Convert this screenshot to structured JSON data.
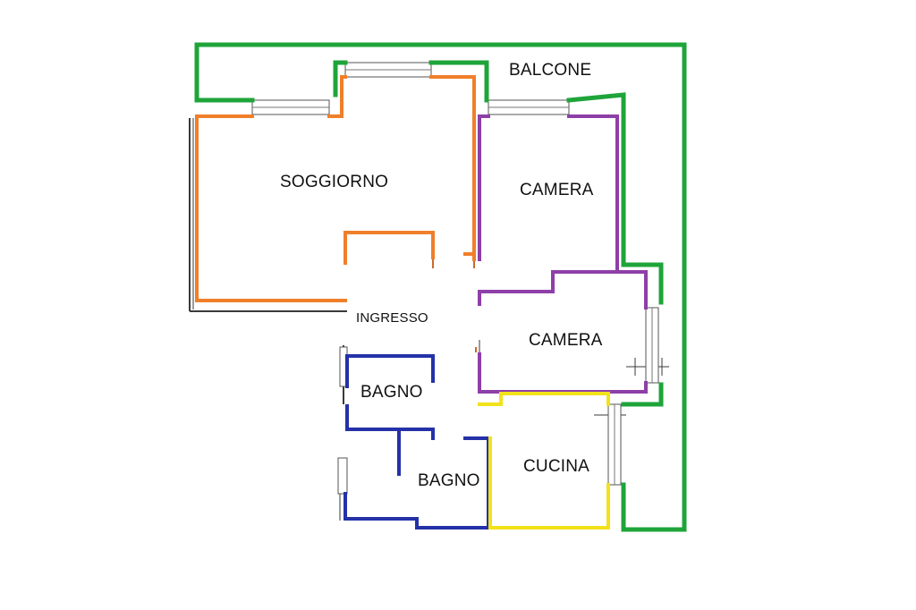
{
  "floorplan": {
    "colors": {
      "balcony": "#1fa43a",
      "living": "#f07f2a",
      "bedroom": "#8e3fa8",
      "bathroom": "#2431a8",
      "kitchen": "#f2e21a",
      "base": "#3a3a3a"
    },
    "rooms": {
      "balcone": "BALCONE",
      "soggiorno": "SOGGIORNO",
      "camera_1": "CAMERA",
      "camera_2": "CAMERA",
      "ingresso": "INGRESSO",
      "bagno_1": "BAGNO",
      "bagno_2": "BAGNO",
      "cucina": "CUCINA"
    }
  }
}
